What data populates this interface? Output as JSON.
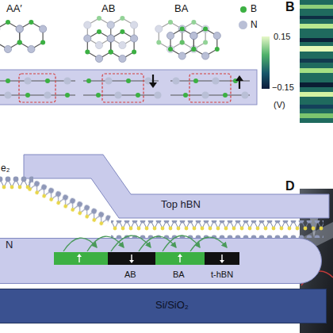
{
  "diagram": {
    "nodes": [
      {
        "text": [
          "Top hBN"
        ]
      },
      {
        "text": [
          "N"
        ]
      },
      {
        "text": [
          "Si/SiO₂"
        ]
      }
    ],
    "labels": [
      "AA′",
      "AB",
      "BA",
      "B",
      "0.15",
      "−0.15",
      "(V)",
      "e₂",
      "AB",
      "BA",
      "t-hBN",
      "D"
    ],
    "legend": [
      {
        "text": "B",
        "color": "#3cb043"
      },
      {
        "text": "N",
        "color": "#b9bfd6"
      }
    ]
  }
}
